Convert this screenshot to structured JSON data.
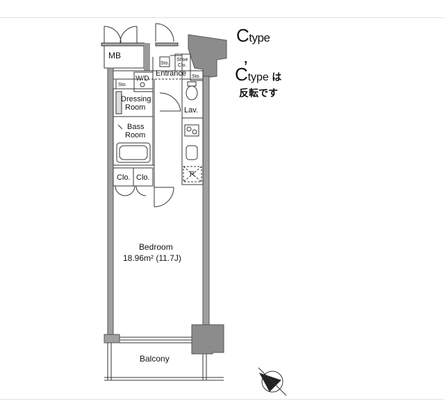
{
  "header": {
    "type_c_letter": "C",
    "type_c_rest": "type",
    "type_c_prime_letter": "C",
    "type_c_prime_mark": "’",
    "type_c_prime_rest": "type",
    "type_c_prime_suffix": "は",
    "type_c_prime_note": "反転です"
  },
  "rooms": {
    "mb": "MB",
    "sto_top": "Sto.",
    "shoe_clo_1": "Shoe",
    "shoe_clo_2": "Clo.",
    "entrance": "Entrance",
    "sto_left": "Sto.",
    "wd": "W/D",
    "sto_right": "Sto.",
    "dressing_1": "Dressing",
    "dressing_2": "Room",
    "lav": "Lav.",
    "bass_1": "Bass",
    "bass_2": "Room",
    "clo_1": "Clo.",
    "clo_2": "Clo.",
    "fridge": "R",
    "bedroom": "Bedroom",
    "bedroom_area": "18.96m² (11.7J)",
    "balcony": "Balcony"
  },
  "icons": {
    "compass": "north-compass-icon"
  },
  "colors": {
    "wall": "#8c8c8c",
    "line": "#333333",
    "text": "#111111"
  }
}
